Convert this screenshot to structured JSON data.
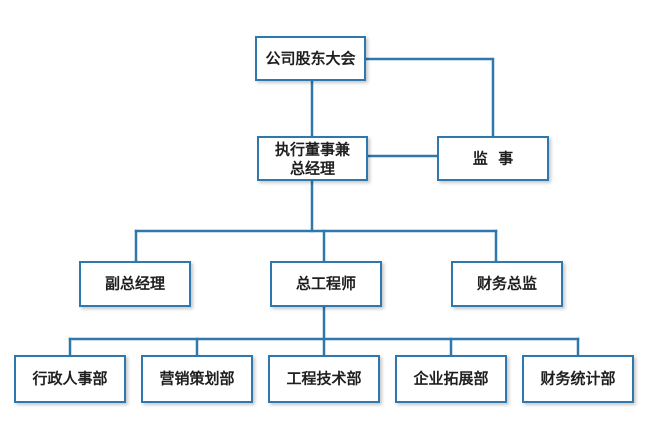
{
  "diagram": {
    "nodes": {
      "shareholders": {
        "label": "公司股东大会"
      },
      "exec_director": {
        "label_line1": "执行董事兼",
        "label_line2": "总经理"
      },
      "supervisor": {
        "label": "监  事"
      },
      "deputy_gm": {
        "label": "副总经理"
      },
      "chief_engineer": {
        "label": "总工程师"
      },
      "finance_director": {
        "label": "财务总监"
      },
      "admin_hr": {
        "label": "行政人事部"
      },
      "marketing": {
        "label": "营销策划部"
      },
      "engineering": {
        "label": "工程技术部"
      },
      "business_dev": {
        "label": "企业拓展部"
      },
      "finance_stats": {
        "label": "财务统计部"
      }
    },
    "colors": {
      "line": "#2f78ad",
      "box_border": "#2f78ad",
      "text": "#1f1f1f",
      "background": "#ffffff"
    }
  }
}
